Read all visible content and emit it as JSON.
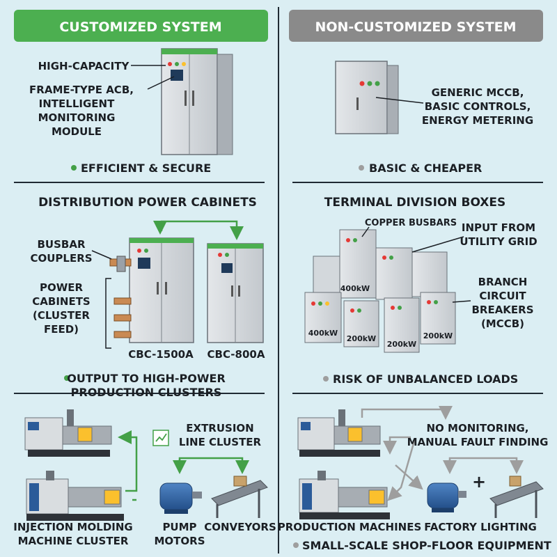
{
  "headers": {
    "left": "CUSTOMIZED SYSTEM",
    "right": "NON-CUSTOMIZED SYSTEM"
  },
  "colors": {
    "green_header": "#4caf50",
    "gray_header": "#8a8a8a",
    "green_line": "#43a047",
    "gray_line": "#9e9e9e"
  },
  "top_left": {
    "label1": "HIGH-CAPACITY",
    "label2_lines": [
      "FRAME-TYPE ACB,",
      "INTELLIGENT",
      "MONITORING",
      "MODULE"
    ],
    "bullet": "EFFICIENT & SECURE"
  },
  "top_right": {
    "label_lines": [
      "GENERIC MCCB,",
      "BASIC CONTROLS,",
      "ENERGY METERING"
    ],
    "bullet": "BASIC & CHEAPER"
  },
  "mid_left": {
    "title": "DISTRIBUTION POWER CABINETS",
    "busbar_lines": [
      "BUSBAR",
      "COUPLERS"
    ],
    "power_lines": [
      "POWER",
      "CABINETS",
      "(CLUSTER",
      "FEED)"
    ],
    "cab1": "CBC-1500A",
    "cab2": "CBC-800A",
    "bullet_lines": [
      "OUTPUT TO HIGH-POWER",
      "PRODUCTION CLUSTERS"
    ]
  },
  "mid_right": {
    "title": "TERMINAL DIVISION BOXES",
    "copper": "COPPER BUSBARS",
    "input_lines": [
      "INPUT FROM",
      "UTILITY GRID"
    ],
    "branch_lines": [
      "BRANCH",
      "CIRCUIT",
      "BREAKERS",
      "(MCCB)"
    ],
    "box_labels": [
      "400kW",
      "400kW",
      "200kW",
      "200kW",
      "200kW"
    ],
    "bullet": "RISK OF UNBALANCED LOADS"
  },
  "bottom_left": {
    "extrusion_lines": [
      "EXTRUSION",
      "LINE CLUSTER"
    ],
    "injection_lines": [
      "INJECTION MOLDING",
      "MACHINE CLUSTER"
    ],
    "pump_lines": [
      "PUMP",
      "MOTORS"
    ],
    "conveyors": "CONVEYORS"
  },
  "bottom_right": {
    "monitor_lines": [
      "NO MONITORING,",
      "MANUAL FAULT FINDING"
    ],
    "production": "PRODUCTION MACHINES",
    "lighting": "FACTORY LIGHTING",
    "plus": "+",
    "bullet": "SMALL-SCALE SHOP-FLOOR EQUIPMENT"
  }
}
